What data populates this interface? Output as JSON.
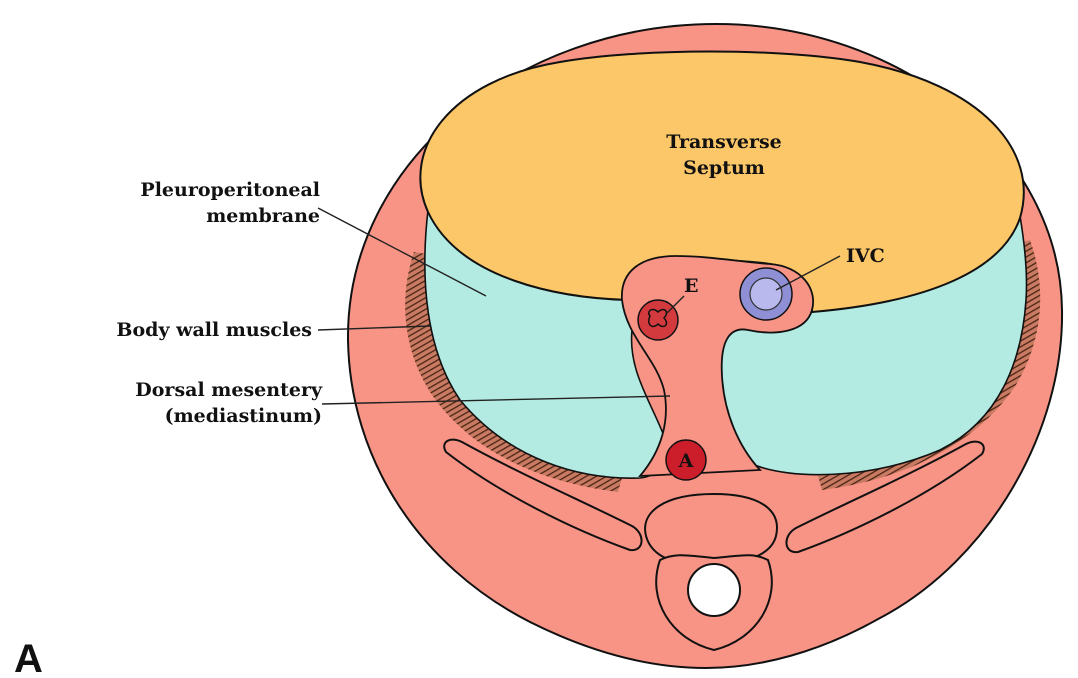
{
  "figure": {
    "panel_letter": "A",
    "labels": {
      "transverse_septum_line1": "Transverse",
      "transverse_septum_line2": "Septum",
      "ivc": "IVC",
      "esophagus": "E",
      "aorta": "A",
      "pleuroperitoneal_line1": "Pleuroperitoneal",
      "pleuroperitoneal_line2": "membrane",
      "body_wall": "Body wall muscles",
      "dorsal_mesentery_line1": "Dorsal mesentery",
      "dorsal_mesentery_line2": "(mediastinum)"
    }
  },
  "colors": {
    "body_wall": "#f89486",
    "transverse_septum": "#fcc768",
    "pleuroperitoneal_membrane": "#b3ebe3",
    "muscle_hatching": "#6b3a24",
    "esophagus": "#d23a3e",
    "aorta": "#cc1e2a",
    "ivc": "#8f8fd6",
    "outline": "#111111"
  }
}
